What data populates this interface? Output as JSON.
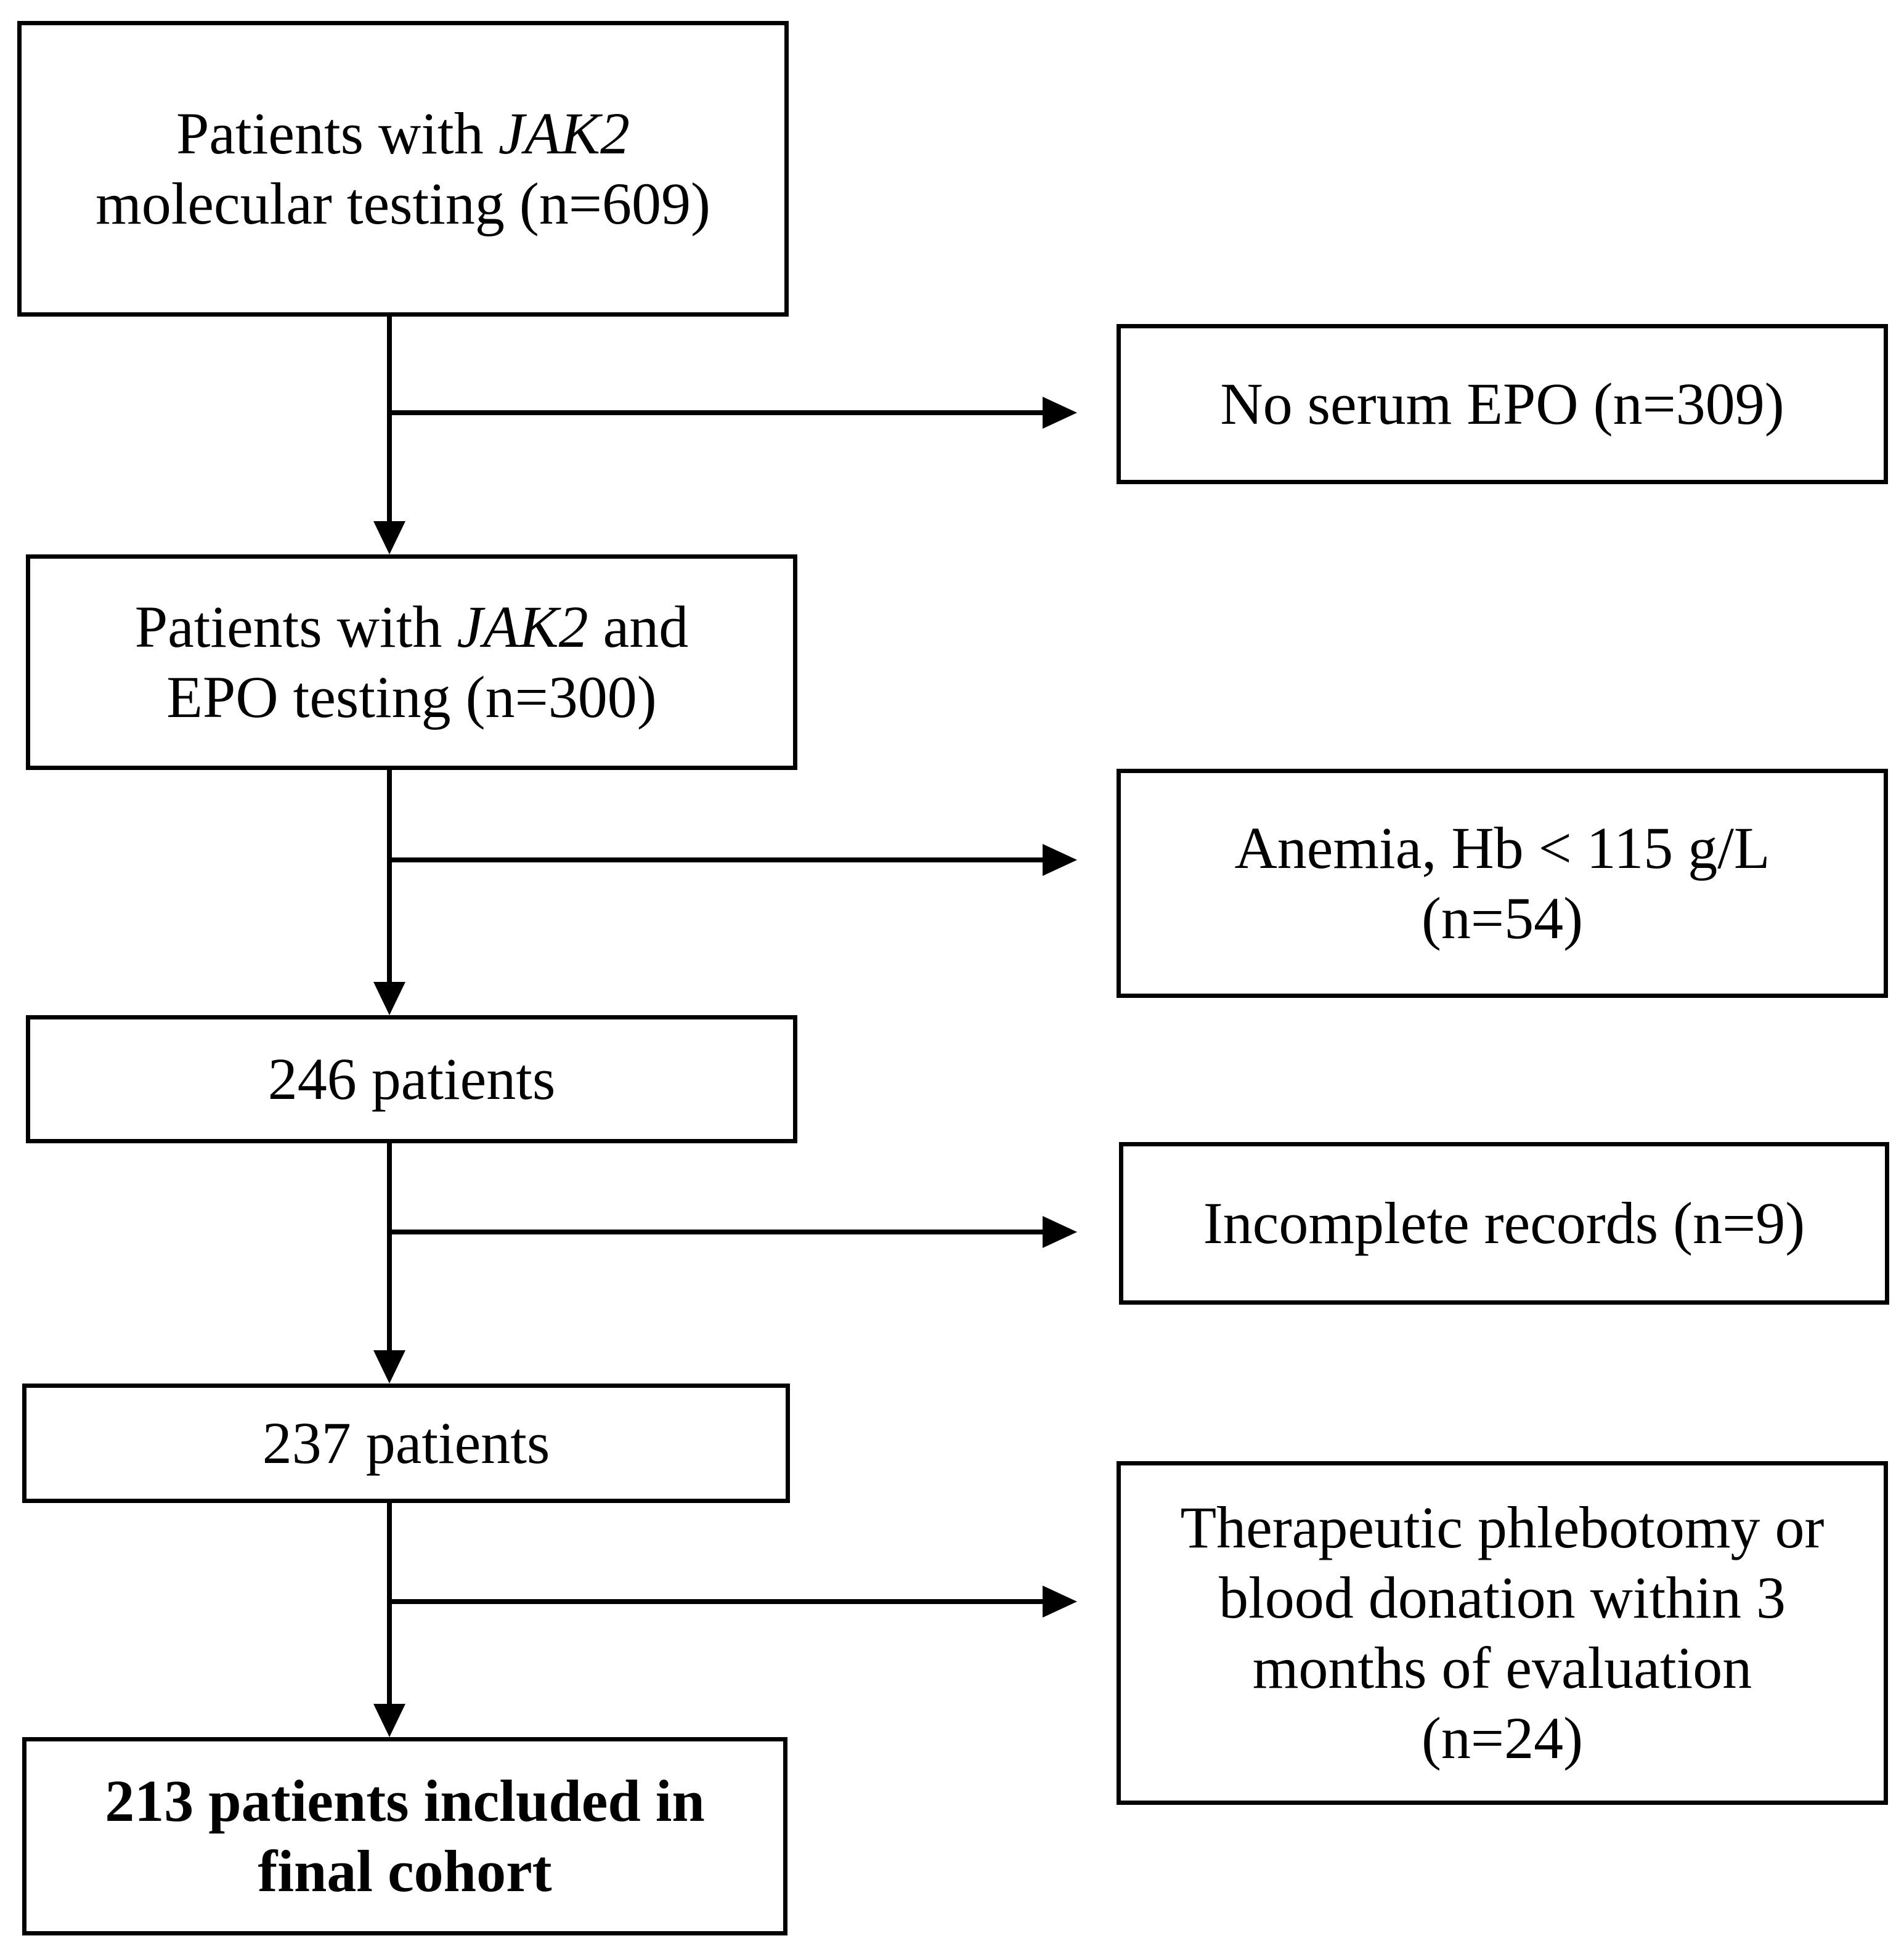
{
  "flow": {
    "step1": {
      "line1_pre": "Patients with ",
      "line1_gene": "JAK2",
      "line2": "molecular testing (n=609)"
    },
    "step2": {
      "line1_pre": "Patients with ",
      "line1_gene": "JAK2",
      "line1_post": " and",
      "line2": "EPO testing (n=300)"
    },
    "step3": {
      "label": "246 patients"
    },
    "step4": {
      "label": "237 patients"
    },
    "step5": {
      "line1": "213 patients included in",
      "line2": "final cohort"
    }
  },
  "exclusions": {
    "ex1": {
      "label": "No serum EPO (n=309)"
    },
    "ex2": {
      "line1": "Anemia, Hb < 115 g/L",
      "line2": "(n=54)"
    },
    "ex3": {
      "label": "Incomplete records (n=9)"
    },
    "ex4": {
      "line1": "Therapeutic phlebotomy or",
      "line2": "blood donation within 3",
      "line3": "months of evaluation",
      "line4": "(n=24)"
    }
  },
  "colors": {
    "stroke": "#000000",
    "background": "#ffffff"
  }
}
